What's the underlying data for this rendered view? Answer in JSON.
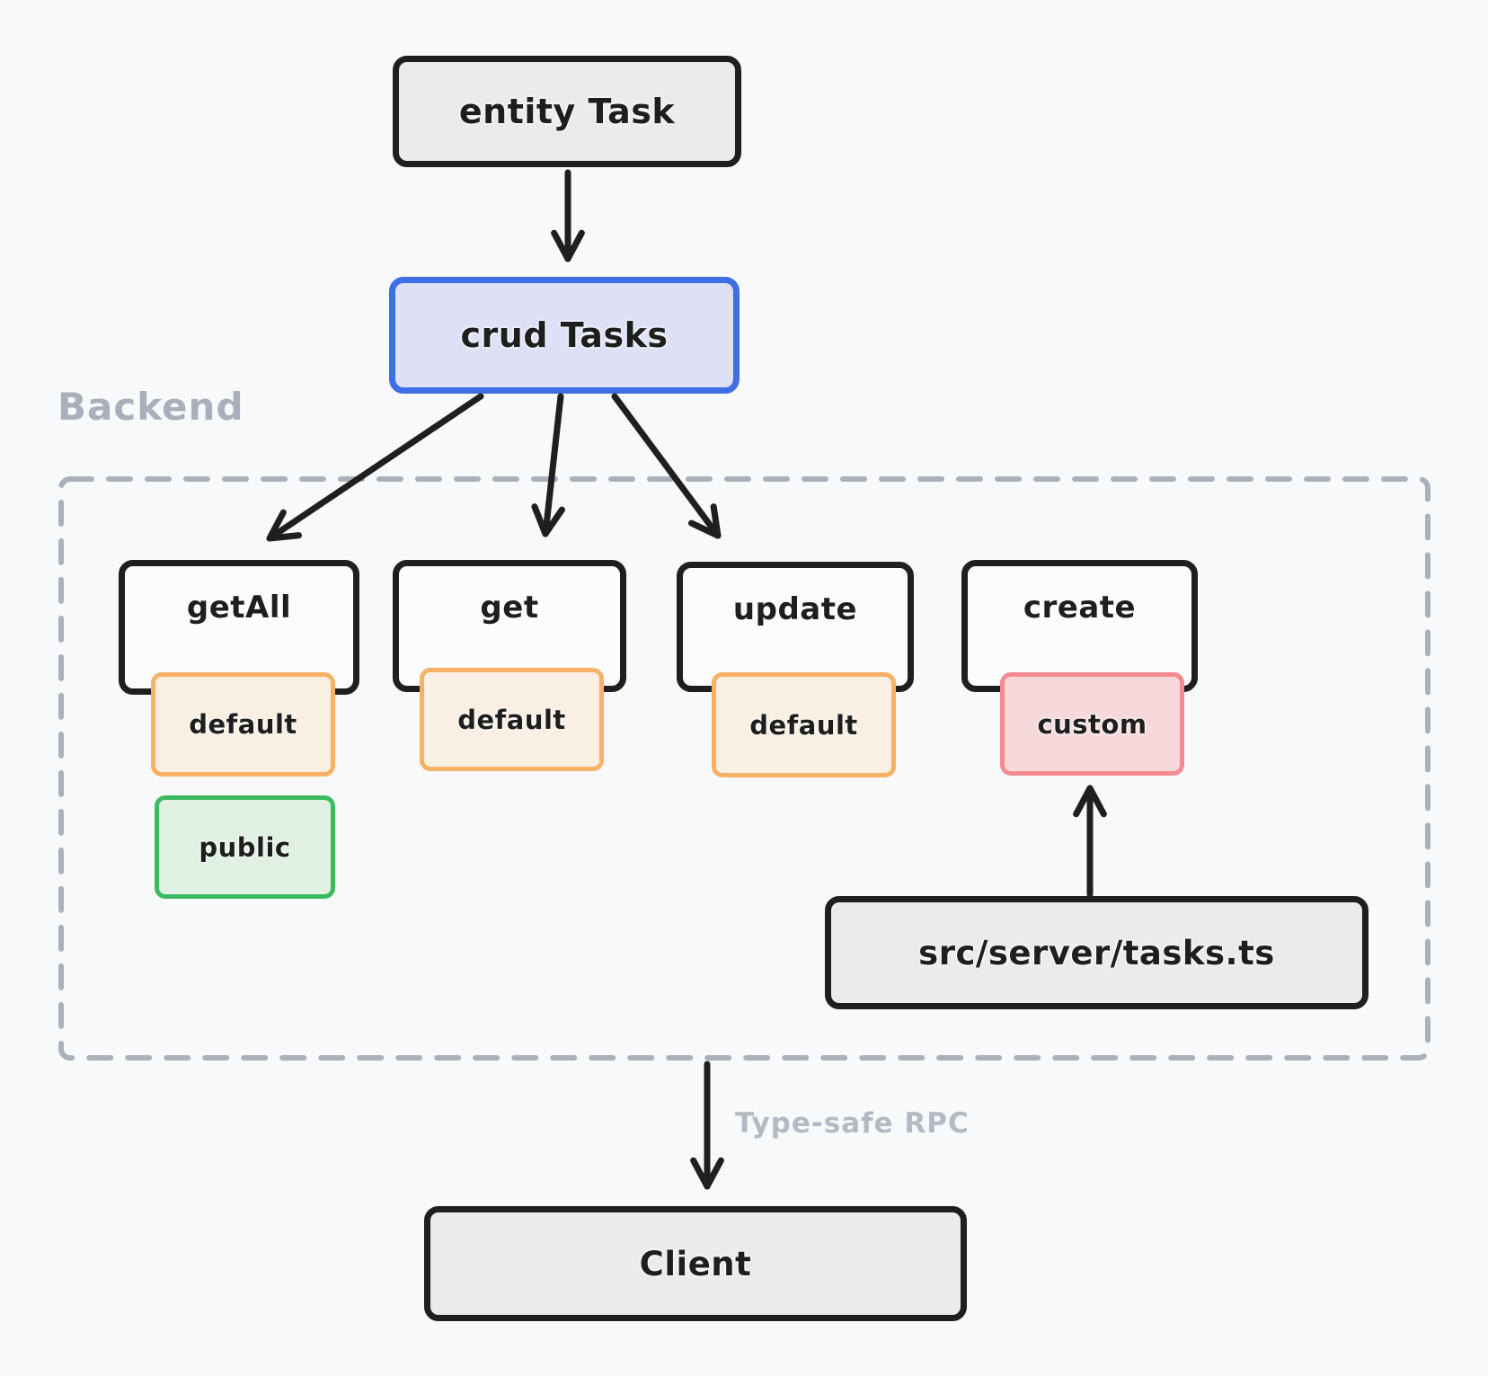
{
  "diagram": {
    "entity_node": {
      "label": "entity Task"
    },
    "crud_node": {
      "label": "crud Tasks"
    },
    "backend_zone": {
      "label": "Backend"
    },
    "methods": [
      {
        "name": "getAll",
        "modifier": "default",
        "access": "public"
      },
      {
        "name": "get",
        "modifier": "default"
      },
      {
        "name": "update",
        "modifier": "default"
      },
      {
        "name": "create",
        "modifier": "custom"
      }
    ],
    "source_file_node": {
      "label": "src/server/tasks.ts"
    },
    "client_node": {
      "label": "Client"
    },
    "rpc_edge_label": "Type-safe RPC",
    "edges": [
      {
        "from": "entity Task",
        "to": "crud Tasks"
      },
      {
        "from": "crud Tasks",
        "to": "getAll"
      },
      {
        "from": "crud Tasks",
        "to": "get"
      },
      {
        "from": "crud Tasks",
        "to": "update"
      },
      {
        "from": "src/server/tasks.ts",
        "to": "custom"
      },
      {
        "from": "Backend",
        "to": "Client",
        "label": "Type-safe RPC"
      }
    ]
  },
  "colors": {
    "background": "#f8f9fb",
    "node_fill": "#ebebeb",
    "node_border": "#1f1f1f",
    "crud_fill": "#dee1f6",
    "crud_border": "#3f6ee4",
    "default_fill": "#f9efe2",
    "default_border": "#f7b267",
    "custom_fill": "#f8d9db",
    "custom_border": "#f58b92",
    "public_fill": "#e0f1e3",
    "public_border": "#3dba5f",
    "muted_text": "#a9b0bb",
    "dashed_border": "#aab1ba",
    "arrow": "#1f1f1f"
  }
}
